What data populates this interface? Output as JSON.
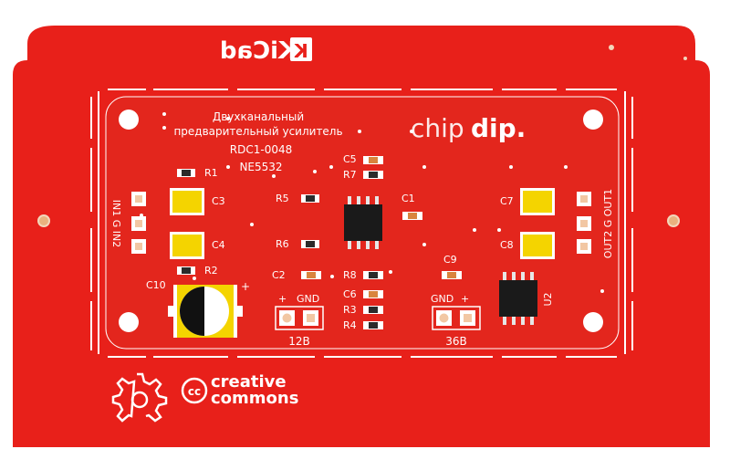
{
  "board": {
    "title_line1": "Двухканальный",
    "title_line2": "предварительный усилитель",
    "part_code": "RDC1-0048",
    "chip_name": "NE5532",
    "kicad_logo": "KiCad",
    "chipdip_logo_a": "chip",
    "chipdip_logo_b": "dip.",
    "cc_line1": "creative",
    "cc_line2": "commons",
    "cc_badge": "cc",
    "pcb_color": "#e8201a",
    "silkscreen_color": "#ffffff",
    "pad_color": "#f2c7a3"
  },
  "labels": {
    "r1": "R1",
    "r2": "R2",
    "r3": "R3",
    "r4": "R4",
    "r5": "R5",
    "r6": "R6",
    "r7": "R7",
    "r8": "R8",
    "c1": "C1",
    "c2": "C2",
    "c3": "C3",
    "c4": "C4",
    "c5": "C5",
    "c6": "C6",
    "c7": "C7",
    "c8": "C8",
    "c9": "C9",
    "c10": "C10",
    "u2": "U2",
    "in_header": "IN1 G IN2",
    "out_header": "OUT2 G OUT1",
    "plus_left": "+",
    "gnd_left": "GND",
    "gnd_right": "GND",
    "plus_right": "+",
    "v12": "12В",
    "v36": "36В",
    "cap_plus": "+"
  },
  "icons": {
    "oshw": "open-hardware-gear-icon",
    "cc": "creative-commons-icon",
    "kicad": "kicad-logo-icon"
  }
}
